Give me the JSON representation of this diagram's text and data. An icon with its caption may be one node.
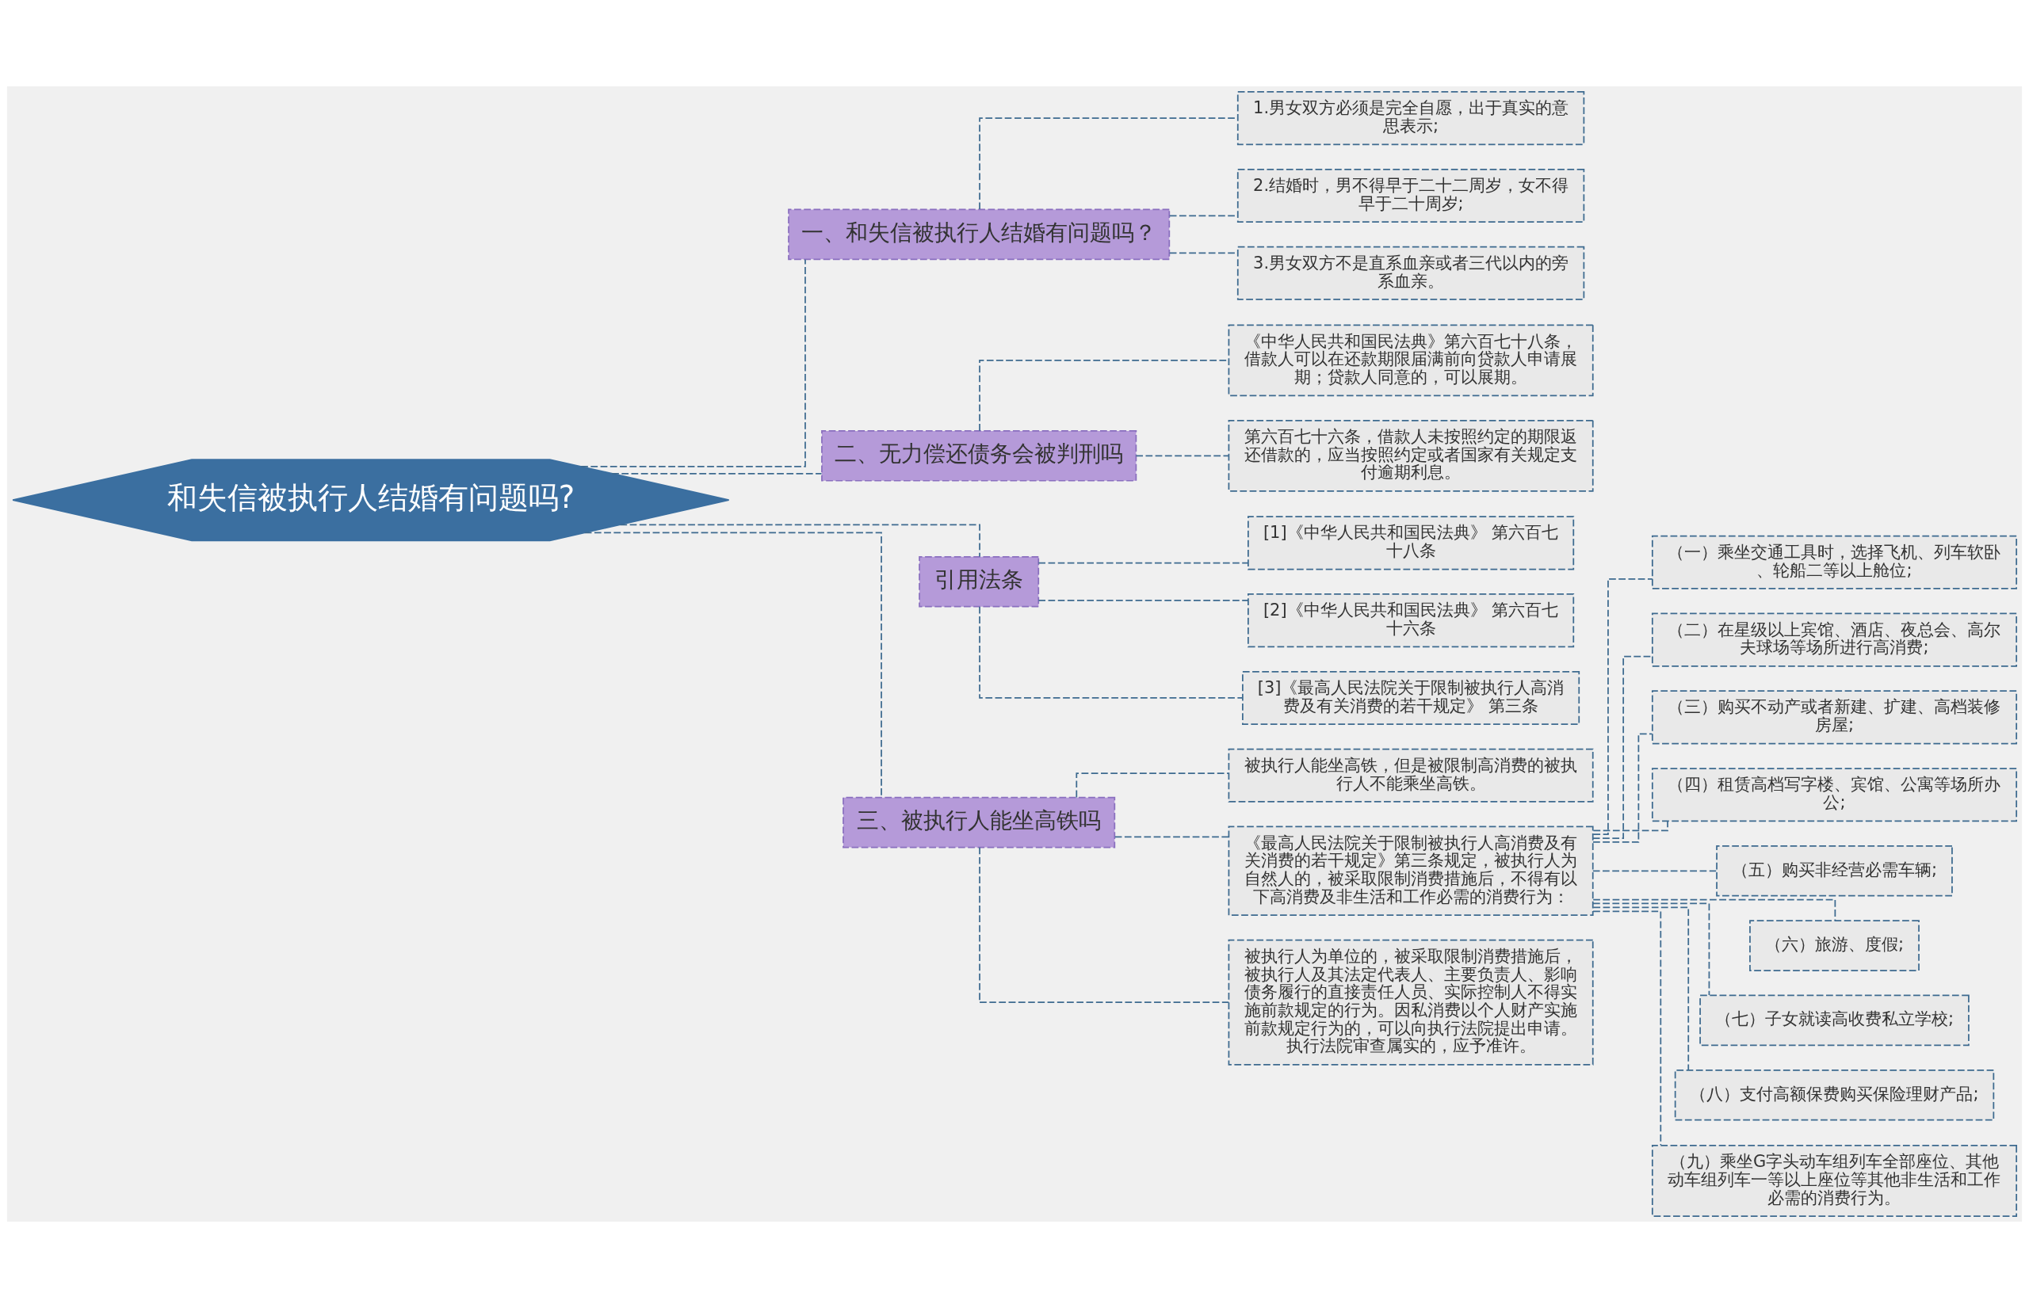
{
  "diagram": {
    "nodes": [
      {
        "text": [
          "和失信被执行人结婚有问题吗?"
        ]
      },
      {
        "text": [
          "一、和失信被执行人结婚有问题吗？"
        ]
      },
      {
        "text": [
          "1.男女双方必须是完全自愿，出于真实的意思表示;"
        ]
      },
      {
        "text": [
          "2.结婚时，男不得早于二十二周岁，女不得早于二十周岁;"
        ]
      },
      {
        "text": [
          "3.男女双方不是直系血亲或者三代以内的旁系血亲。"
        ]
      },
      {
        "text": [
          "二、无力偿还债务会被判刑吗"
        ]
      },
      {
        "text": [
          "《中华人民共和国民法典》第六百七十八条，借款人可以在还款期限届满前向贷款人申请展期；贷款人同意的，可以展期。"
        ]
      },
      {
        "text": [
          "第六百七十六条，借款人未按照约定的期限返还借款的，应当按照约定或者国家有关规定支付逾期利息。"
        ]
      },
      {
        "text": [
          "引用法条"
        ]
      },
      {
        "text": [
          "[1]《中华人民共和国民法典》 第六百七十八条"
        ]
      },
      {
        "text": [
          "[2]《中华人民共和国民法典》 第六百七十六条"
        ]
      },
      {
        "text": [
          "[3]《最高人民法院关于限制被执行人高消费及有关消费的若干规定》 第三条"
        ]
      },
      {
        "text": [
          "三、被执行人能坐高铁吗"
        ]
      },
      {
        "text": [
          "被执行人能坐高铁，但是被限制高消费的被执行人不能乘坐高铁。"
        ]
      },
      {
        "text": [
          "《最高人民法院关于限制被执行人高消费及有关消费的若干规定》第三条规定，被执行人为自然人的，被采取限制消费措施后，不得有以下高消费及非生活和工作必需的消费行为："
        ]
      },
      {
        "text": [
          "（一）乘坐交通工具时，选择飞机、列车软卧、轮船二等以上舱位;"
        ]
      },
      {
        "text": [
          "（二）在星级以上宾馆、酒店、夜总会、高尔夫球场等场所进行高消费;"
        ]
      },
      {
        "text": [
          "（三）购买不动产或者新建、扩建、高档装修房屋;"
        ]
      },
      {
        "text": [
          "（四）租赁高档写字楼、宾馆、公寓等场所办公;"
        ]
      },
      {
        "text": [
          "（五）购买非经营必需车辆;"
        ]
      },
      {
        "text": [
          "（六）旅游、度假;"
        ]
      },
      {
        "text": [
          "（七）子女就读高收费私立学校;"
        ]
      },
      {
        "text": [
          "（八）支付高额保费购买保险理财产品;"
        ]
      },
      {
        "text": [
          "（九）乘坐G字头动车组列车全部座位、其他动车组列车一等以上座位等其他非生活和工作必需的消费行为。"
        ]
      },
      {
        "text": [
          "被执行人为单位的，被采取限制消费措施后，被执行人及其法定代表人、主要负责人、影响债务履行的直接责任人员、实际控制人不得实施前款规定的行为。因私消费以个人财产实施前款规定行为的，可以向执行法院提出申请。执行法院审查属实的，应予准许。"
        ]
      }
    ],
    "edges": [
      {
        "from": 0,
        "to": 1,
        "arrow": "none",
        "style": "dashed"
      },
      {
        "from": 1,
        "to": 2,
        "arrow": "none",
        "style": "dashed"
      },
      {
        "from": 1,
        "to": 3,
        "arrow": "none",
        "style": "dashed"
      },
      {
        "from": 1,
        "to": 4,
        "arrow": "none",
        "style": "dashed"
      },
      {
        "from": 0,
        "to": 5,
        "arrow": "none",
        "style": "dashed"
      },
      {
        "from": 5,
        "to": 6,
        "arrow": "none",
        "style": "dashed"
      },
      {
        "from": 5,
        "to": 7,
        "arrow": "none",
        "style": "dashed"
      },
      {
        "from": 0,
        "to": 8,
        "arrow": "none",
        "style": "dashed"
      },
      {
        "from": 8,
        "to": 9,
        "arrow": "none",
        "style": "dashed"
      },
      {
        "from": 8,
        "to": 10,
        "arrow": "none",
        "style": "dashed"
      },
      {
        "from": 8,
        "to": 11,
        "arrow": "none",
        "style": "dashed"
      },
      {
        "from": 0,
        "to": 12,
        "arrow": "none",
        "style": "dashed"
      },
      {
        "from": 12,
        "to": 13,
        "arrow": "none",
        "style": "dashed"
      },
      {
        "from": 12,
        "to": 14,
        "arrow": "none",
        "style": "dashed"
      },
      {
        "from": 14,
        "to": 15,
        "arrow": "none",
        "style": "dashed"
      },
      {
        "from": 14,
        "to": 16,
        "arrow": "none",
        "style": "dashed"
      },
      {
        "from": 14,
        "to": 17,
        "arrow": "none",
        "style": "dashed"
      },
      {
        "from": 14,
        "to": 18,
        "arrow": "none",
        "style": "dashed"
      },
      {
        "from": 14,
        "to": 19,
        "arrow": "none",
        "style": "dashed"
      },
      {
        "from": 14,
        "to": 20,
        "arrow": "none",
        "style": "dashed"
      },
      {
        "from": 14,
        "to": 21,
        "arrow": "none",
        "style": "dashed"
      },
      {
        "from": 14,
        "to": 22,
        "arrow": "none",
        "style": "dashed"
      },
      {
        "from": 14,
        "to": 23,
        "arrow": "none",
        "style": "dashed"
      },
      {
        "from": 12,
        "to": 24,
        "arrow": "none",
        "style": "dashed"
      }
    ]
  }
}
